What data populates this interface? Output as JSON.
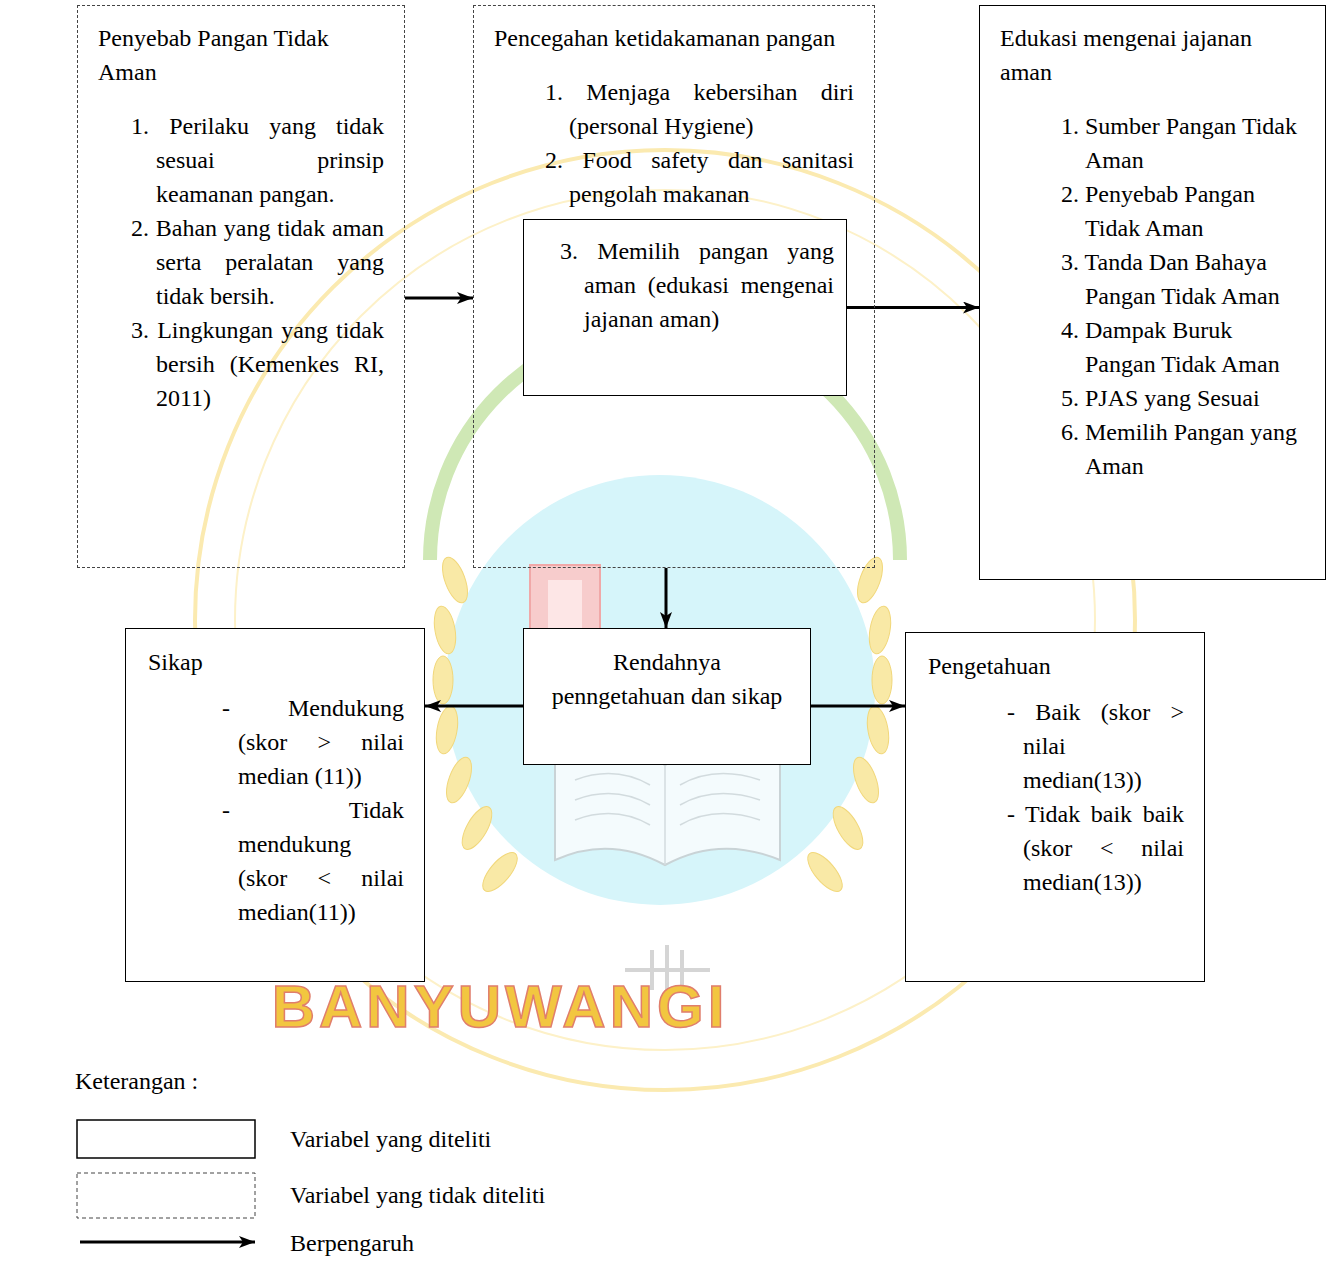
{
  "diagram": {
    "nodes": [
      {
        "text": [
          "Penyebab Pangan Tidak Aman",
          "1. Perilaku yang tidak sesuai prinsip keamanan pangan.",
          "2. Bahan yang tidak aman serta peralatan yang tidak bersih.",
          "3. Lingkungan yang tidak bersih (Kemenkes RI, 2011)"
        ]
      },
      {
        "text": [
          "Pencegahan ketidakamanan pangan",
          "1. Menjaga kebersihan diri (personal Hygiene)",
          "2. Food safety dan sanitasi pengolah makanan"
        ]
      },
      {
        "text": [
          "3. Memilih pangan yang aman (edukasi mengenai jajanan aman)"
        ],
        "in": 1
      },
      {
        "text": [
          "Edukasi mengenai jajanan aman",
          "1. Sumber Pangan Tidak Aman",
          "2. Penyebab Pangan Tidak Aman",
          "3. Tanda Dan Bahaya Pangan Tidak Aman",
          "4. Dampak Buruk Pangan Tidak Aman",
          "5. PJAS yang Sesuai",
          "6. Memilih Pangan yang Aman"
        ]
      },
      {
        "text": [
          "Sikap",
          "- Mendukung (skor > nilai median (11))",
          "- Tidak mendukung (skor < nilai median(11))"
        ]
      },
      {
        "text": [
          "Rendahnya penngetahuan dan sikap"
        ]
      },
      {
        "text": [
          "Pengetahuan",
          "- Baik (skor > nilai median(13))",
          "- Tidak baik baik (skor < nilai median(13))"
        ]
      }
    ],
    "edges": [
      {
        "from": 0,
        "to": 1,
        "arrow": "to"
      },
      {
        "from": 2,
        "to": 3,
        "arrow": "to"
      },
      {
        "from": 1,
        "to": 5,
        "arrow": "to"
      },
      {
        "from": 5,
        "to": 4,
        "arrow": "to"
      },
      {
        "from": 5,
        "to": 6,
        "arrow": "to"
      }
    ],
    "labels": [
      "Keterangan :",
      "BANYUWANGI"
    ],
    "legend": [
      {
        "text": "Variabel yang diteliti"
      },
      {
        "text": "Variabel yang tidak diteliti"
      },
      {
        "text": "Berpengaruh"
      }
    ]
  }
}
